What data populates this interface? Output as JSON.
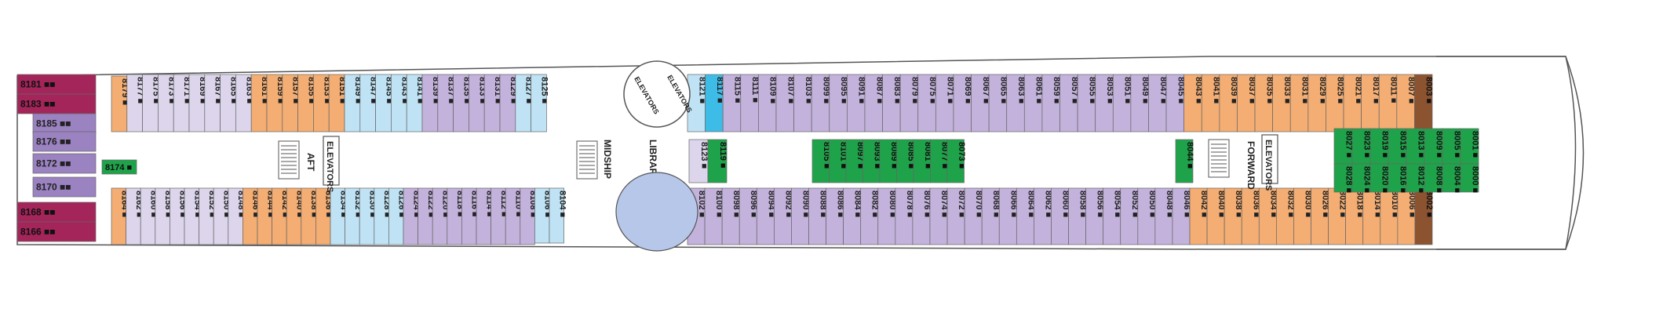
{
  "colors": {
    "magenta": "#a3255a",
    "purple_dark": "#9b82c0",
    "purple": "#c3b2dc",
    "lavender": "#dcd5ec",
    "blue": "#bfe3f5",
    "cyan": "#3ebce8",
    "orange": "#f4ad72",
    "green": "#1fa34a",
    "brown": "#8c5331",
    "outline": "#555555"
  },
  "labels": {
    "elevators_mid": "ELEVATORS",
    "elevators_aft": "ELEVATORS",
    "elevators_fwd": "ELEVATORS",
    "aft": "AFT",
    "midship": "MIDSHIP",
    "library": "LIBRARY",
    "forward": "FORWARD"
  },
  "cabins": {
    "left_end": [
      {
        "n": "8181",
        "c": "magenta"
      },
      {
        "n": "8183",
        "c": "magenta"
      },
      {
        "n": "8185",
        "c": "purple_dark"
      },
      {
        "n": "8176",
        "c": "purple_dark"
      },
      {
        "n": "8172",
        "c": "purple_dark"
      },
      {
        "n": "8170",
        "c": "purple_dark"
      },
      {
        "n": "8168",
        "c": "magenta"
      },
      {
        "n": "8166",
        "c": "magenta"
      }
    ],
    "inner_aft": {
      "n": "8174",
      "c": "green"
    },
    "top_aft": [
      {
        "n": "8179",
        "c": "orange"
      },
      {
        "n": "8177",
        "c": "lavender"
      },
      {
        "n": "8175",
        "c": "lavender"
      },
      {
        "n": "8173",
        "c": "lavender"
      },
      {
        "n": "8171",
        "c": "lavender"
      },
      {
        "n": "8169",
        "c": "lavender"
      },
      {
        "n": "8167",
        "c": "lavender"
      },
      {
        "n": "8165",
        "c": "lavender"
      },
      {
        "n": "8163",
        "c": "lavender"
      },
      {
        "n": "8161",
        "c": "orange"
      },
      {
        "n": "8159",
        "c": "orange"
      },
      {
        "n": "8157",
        "c": "orange"
      },
      {
        "n": "8155",
        "c": "orange"
      },
      {
        "n": "8153",
        "c": "orange"
      },
      {
        "n": "8151",
        "c": "orange"
      },
      {
        "n": "8149",
        "c": "blue"
      },
      {
        "n": "8147",
        "c": "blue"
      },
      {
        "n": "8145",
        "c": "blue"
      },
      {
        "n": "8143",
        "c": "blue"
      },
      {
        "n": "8141",
        "c": "blue"
      },
      {
        "n": "8139",
        "c": "purple"
      },
      {
        "n": "8137",
        "c": "purple"
      },
      {
        "n": "8135",
        "c": "purple"
      },
      {
        "n": "8133",
        "c": "purple"
      },
      {
        "n": "8131",
        "c": "purple"
      },
      {
        "n": "8129",
        "c": "purple"
      },
      {
        "n": "8127",
        "c": "blue"
      },
      {
        "n": "8125",
        "c": "blue"
      }
    ],
    "bottom_aft": [
      {
        "n": "8164",
        "c": "orange"
      },
      {
        "n": "8162",
        "c": "lavender"
      },
      {
        "n": "8160",
        "c": "lavender"
      },
      {
        "n": "8158",
        "c": "lavender"
      },
      {
        "n": "8156",
        "c": "lavender"
      },
      {
        "n": "8154",
        "c": "lavender"
      },
      {
        "n": "8152",
        "c": "lavender"
      },
      {
        "n": "8150",
        "c": "lavender"
      },
      {
        "n": "8148",
        "c": "lavender"
      },
      {
        "n": "8146",
        "c": "orange"
      },
      {
        "n": "8144",
        "c": "orange"
      },
      {
        "n": "8142",
        "c": "orange"
      },
      {
        "n": "8140",
        "c": "orange"
      },
      {
        "n": "8138",
        "c": "orange"
      },
      {
        "n": "8136",
        "c": "orange"
      },
      {
        "n": "8134",
        "c": "blue"
      },
      {
        "n": "8132",
        "c": "blue"
      },
      {
        "n": "8130",
        "c": "blue"
      },
      {
        "n": "8128",
        "c": "blue"
      },
      {
        "n": "8126",
        "c": "blue"
      },
      {
        "n": "8124",
        "c": "purple"
      },
      {
        "n": "8122",
        "c": "purple"
      },
      {
        "n": "8120",
        "c": "purple"
      },
      {
        "n": "8118",
        "c": "purple"
      },
      {
        "n": "8116",
        "c": "purple"
      },
      {
        "n": "8114",
        "c": "purple"
      },
      {
        "n": "8112",
        "c": "purple"
      },
      {
        "n": "8110",
        "c": "purple"
      },
      {
        "n": "8108",
        "c": "purple"
      },
      {
        "n": "8106",
        "c": "blue"
      },
      {
        "n": "8104",
        "c": "blue"
      }
    ],
    "top_fwd": [
      {
        "n": "8121",
        "c": "blue"
      },
      {
        "n": "8117",
        "c": "cyan"
      },
      {
        "n": "8115",
        "c": "purple"
      },
      {
        "n": "8111",
        "c": "purple"
      },
      {
        "n": "8109",
        "c": "purple"
      },
      {
        "n": "8107",
        "c": "purple"
      },
      {
        "n": "8103",
        "c": "purple"
      },
      {
        "n": "8099",
        "c": "purple"
      },
      {
        "n": "8095",
        "c": "purple"
      },
      {
        "n": "8091",
        "c": "purple"
      },
      {
        "n": "8087",
        "c": "purple"
      },
      {
        "n": "8083",
        "c": "purple"
      },
      {
        "n": "8079",
        "c": "purple"
      },
      {
        "n": "8075",
        "c": "purple"
      },
      {
        "n": "8071",
        "c": "purple"
      },
      {
        "n": "8069",
        "c": "purple"
      },
      {
        "n": "8067",
        "c": "purple"
      },
      {
        "n": "8065",
        "c": "purple"
      },
      {
        "n": "8063",
        "c": "purple"
      },
      {
        "n": "8061",
        "c": "purple"
      },
      {
        "n": "8059",
        "c": "purple"
      },
      {
        "n": "8057",
        "c": "purple"
      },
      {
        "n": "8055",
        "c": "purple"
      },
      {
        "n": "8053",
        "c": "purple"
      },
      {
        "n": "8051",
        "c": "purple"
      },
      {
        "n": "8049",
        "c": "purple"
      },
      {
        "n": "8047",
        "c": "purple"
      },
      {
        "n": "8045",
        "c": "purple"
      },
      {
        "n": "8043",
        "c": "orange"
      },
      {
        "n": "8041",
        "c": "orange"
      },
      {
        "n": "8039",
        "c": "orange"
      },
      {
        "n": "8037",
        "c": "orange"
      },
      {
        "n": "8035",
        "c": "orange"
      },
      {
        "n": "8033",
        "c": "orange"
      },
      {
        "n": "8031",
        "c": "orange"
      },
      {
        "n": "8029",
        "c": "orange"
      },
      {
        "n": "8025",
        "c": "orange"
      },
      {
        "n": "8021",
        "c": "orange"
      },
      {
        "n": "8017",
        "c": "orange"
      },
      {
        "n": "8011",
        "c": "orange"
      },
      {
        "n": "8007",
        "c": "orange"
      },
      {
        "n": "8003",
        "c": "brown"
      }
    ],
    "bottom_fwd": [
      {
        "n": "8102",
        "c": "purple"
      },
      {
        "n": "8100",
        "c": "purple"
      },
      {
        "n": "8098",
        "c": "purple"
      },
      {
        "n": "8096",
        "c": "purple"
      },
      {
        "n": "8094",
        "c": "purple"
      },
      {
        "n": "8092",
        "c": "purple"
      },
      {
        "n": "8090",
        "c": "purple"
      },
      {
        "n": "8088",
        "c": "purple"
      },
      {
        "n": "8086",
        "c": "purple"
      },
      {
        "n": "8084",
        "c": "purple"
      },
      {
        "n": "8082",
        "c": "purple"
      },
      {
        "n": "8080",
        "c": "purple"
      },
      {
        "n": "8078",
        "c": "purple"
      },
      {
        "n": "8076",
        "c": "purple"
      },
      {
        "n": "8074",
        "c": "purple"
      },
      {
        "n": "8072",
        "c": "purple"
      },
      {
        "n": "8070",
        "c": "purple"
      },
      {
        "n": "8068",
        "c": "purple"
      },
      {
        "n": "8066",
        "c": "purple"
      },
      {
        "n": "8064",
        "c": "purple"
      },
      {
        "n": "8062",
        "c": "purple"
      },
      {
        "n": "8060",
        "c": "purple"
      },
      {
        "n": "8058",
        "c": "purple"
      },
      {
        "n": "8056",
        "c": "purple"
      },
      {
        "n": "8054",
        "c": "purple"
      },
      {
        "n": "8052",
        "c": "purple"
      },
      {
        "n": "8050",
        "c": "purple"
      },
      {
        "n": "8048",
        "c": "purple"
      },
      {
        "n": "8046",
        "c": "purple"
      },
      {
        "n": "8042",
        "c": "orange"
      },
      {
        "n": "8040",
        "c": "orange"
      },
      {
        "n": "8038",
        "c": "orange"
      },
      {
        "n": "8036",
        "c": "orange"
      },
      {
        "n": "8034",
        "c": "orange"
      },
      {
        "n": "8032",
        "c": "orange"
      },
      {
        "n": "8030",
        "c": "orange"
      },
      {
        "n": "8026",
        "c": "orange"
      },
      {
        "n": "8022",
        "c": "orange"
      },
      {
        "n": "8018",
        "c": "orange"
      },
      {
        "n": "8014",
        "c": "orange"
      },
      {
        "n": "8010",
        "c": "orange"
      },
      {
        "n": "8006",
        "c": "orange"
      },
      {
        "n": "8002",
        "c": "brown"
      }
    ],
    "inner_mid_top": [
      "8123",
      "8119"
    ],
    "inner_mid_green": [
      "8105",
      "8101",
      "8097",
      "8093",
      "8089",
      "8085",
      "8081",
      "8077",
      "8073"
    ],
    "inner_fwd_single": "8044",
    "inner_fwd_top": [
      "8027",
      "8023",
      "8019",
      "8015",
      "8013",
      "8009",
      "8005",
      "8001"
    ],
    "inner_fwd_bottom": [
      "8028",
      "8024",
      "8020",
      "8016",
      "8012",
      "8008",
      "8004",
      "8000"
    ]
  }
}
